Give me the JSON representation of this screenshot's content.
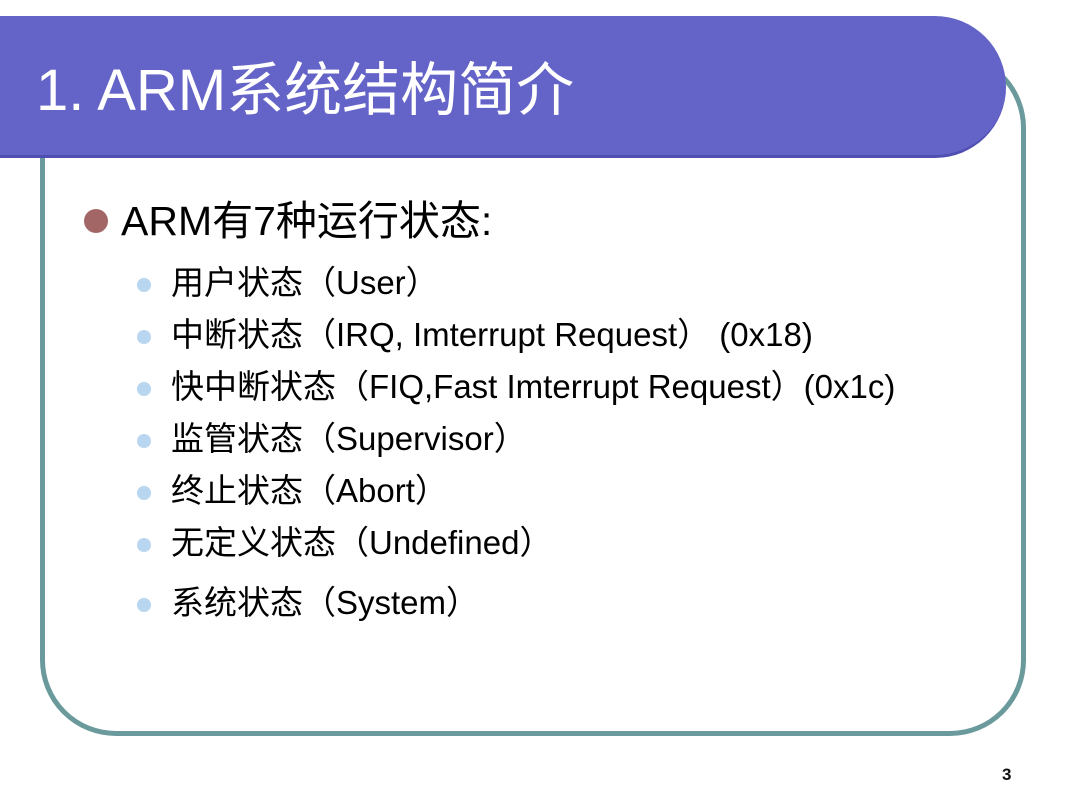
{
  "slide": {
    "title": "1. ARM系统结构简介",
    "main_bullet": "ARM有7种运行状态:",
    "sub_bullets": [
      "用户状态（User）",
      "中断状态（IRQ, Imterrupt Request） (0x18)",
      "快中断状态（FIQ,Fast Imterrupt Request）(0x1c)",
      "监管状态（Supervisor）",
      "终止状态（Abort）",
      "无定义状态（Undefined）",
      "系统状态（System）"
    ],
    "page_number": "3"
  },
  "colors": {
    "title_bar": "#6464c8",
    "content_border": "#6a9a9b",
    "main_bullet": "#a36666",
    "sub_bullet": "#b8d6ef",
    "title_text": "#ffffff"
  }
}
